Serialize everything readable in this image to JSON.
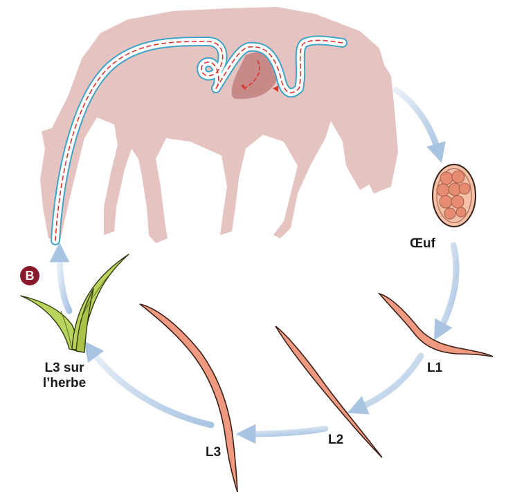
{
  "labels": {
    "egg": "Œuf",
    "l1": "L1",
    "l2": "L2",
    "l3": "L3",
    "grass_line1": "L3 sur",
    "grass_line2": "l’herbe"
  },
  "badge": "B",
  "colors": {
    "horse": "#e4c3c0",
    "organ": "#c88a88",
    "gut_outline": "#3fa3c8",
    "gut_dash": "#d9342b",
    "arrow": "#a9c4e2",
    "larva": "#ef9a80",
    "larva_outline": "#3a1f18",
    "egg_shell": "#f3c0a8",
    "egg_cells": "#e68c72",
    "grass": "#b9d45c",
    "grass_dark": "#2f3a12",
    "badge": "#8a1a2b"
  }
}
